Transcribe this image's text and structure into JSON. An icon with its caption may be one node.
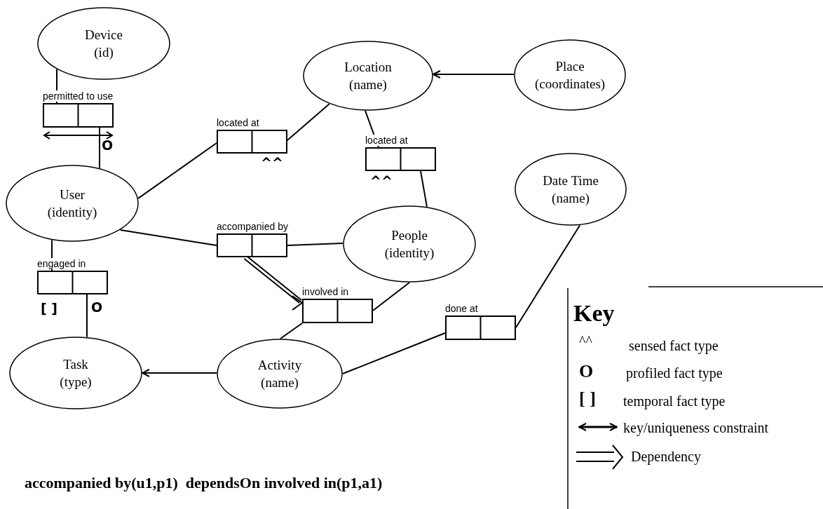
{
  "diagram": {
    "caption": "accompanied by(u1,p1)  dependsOn involved in(p1,a1)",
    "nodes": [
      {
        "text": [
          "Device",
          "(id)"
        ]
      },
      {
        "text": [
          "Location",
          "(name)"
        ]
      },
      {
        "text": [
          "Place",
          "(coordinates)"
        ]
      },
      {
        "text": [
          "permitted to use"
        ],
        "beside": [
          "O"
        ]
      },
      {
        "text": [
          "located at"
        ],
        "beside": [
          "^^"
        ]
      },
      {
        "text": [
          "located at"
        ],
        "beside": [
          "^^"
        ]
      },
      {
        "text": [
          "Date Time",
          "(name)"
        ]
      },
      {
        "text": [
          "User",
          "(identity)"
        ]
      },
      {
        "text": [
          "accompanied by"
        ]
      },
      {
        "text": [
          "People",
          "(identity)"
        ]
      },
      {
        "text": [
          "engaged in"
        ],
        "beside": [
          "[ ]",
          "O"
        ]
      },
      {
        "text": [
          "involved in"
        ]
      },
      {
        "text": [
          "done at"
        ]
      },
      {
        "text": [
          "Task",
          "(type)"
        ]
      },
      {
        "text": [
          "Activity",
          "(name)"
        ]
      }
    ],
    "edges": [
      {
        "from": 0,
        "to": 3,
        "arrow": "none"
      },
      {
        "from": 3,
        "to": 7,
        "arrow": "none"
      },
      {
        "from": 7,
        "to": 4,
        "arrow": "none"
      },
      {
        "from": 4,
        "to": 1,
        "arrow": "none"
      },
      {
        "from": 2,
        "to": 1,
        "arrow": "to"
      },
      {
        "from": 1,
        "to": 5,
        "arrow": "none"
      },
      {
        "from": 5,
        "to": 9,
        "arrow": "none"
      },
      {
        "from": 7,
        "to": 8,
        "arrow": "none"
      },
      {
        "from": 8,
        "to": 9,
        "arrow": "none"
      },
      {
        "from": 8,
        "to": 11,
        "arrow": "to"
      },
      {
        "from": 9,
        "to": 11,
        "arrow": "none"
      },
      {
        "from": 11,
        "to": 14,
        "arrow": "none"
      },
      {
        "from": 14,
        "to": 12,
        "arrow": "none"
      },
      {
        "from": 12,
        "to": 6,
        "arrow": "none"
      },
      {
        "from": 7,
        "to": 10,
        "arrow": "none"
      },
      {
        "from": 10,
        "to": 13,
        "arrow": "none"
      },
      {
        "from": 14,
        "to": 13,
        "arrow": "to"
      }
    ],
    "labels": [
      "Key",
      "^^",
      "O",
      "[ ]"
    ],
    "legend": [
      {
        "text": "sensed fact type"
      },
      {
        "text": "profiled fact type"
      },
      {
        "text": "temporal fact type"
      },
      {
        "text": "key/uniqueness constraint"
      },
      {
        "text": "Dependency"
      }
    ]
  }
}
